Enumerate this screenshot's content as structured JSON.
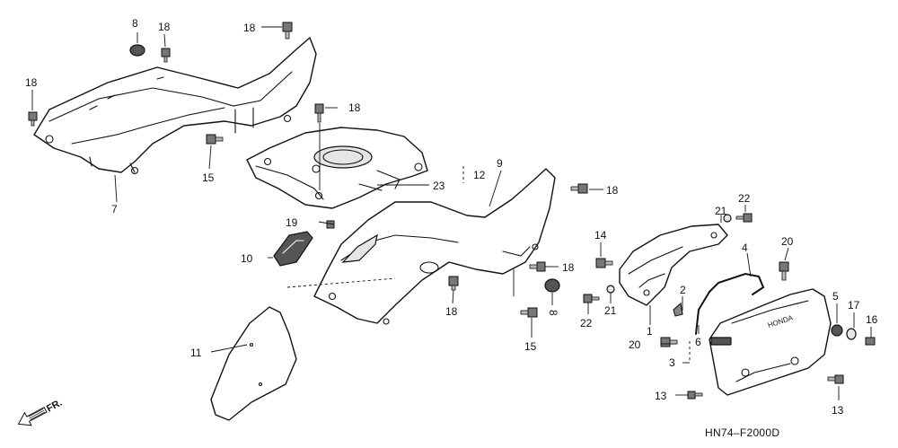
{
  "diagram": {
    "drawing_code": "HN74–F2000D",
    "front_marker": "FR.",
    "callouts": {
      "c1": "1",
      "c2": "2",
      "c3": "3",
      "c4": "4",
      "c5": "5",
      "c6": "6",
      "c7": "7",
      "c8a": "8",
      "c8b": "8",
      "c9": "9",
      "c10": "10",
      "c11": "11",
      "c12": "12",
      "c13a": "13",
      "c13b": "13",
      "c14": "14",
      "c15a": "15",
      "c15b": "15",
      "c16": "16",
      "c17": "17",
      "c18a": "18",
      "c18b": "18",
      "c18c": "18",
      "c18d": "18",
      "c18e": "18",
      "c18f": "18",
      "c18g": "18",
      "c19": "19",
      "c20a": "20",
      "c20b": "20",
      "c21a": "21",
      "c21b": "21",
      "c22a": "22",
      "c22b": "22",
      "c23": "23"
    },
    "badge_text": "HONDA"
  }
}
